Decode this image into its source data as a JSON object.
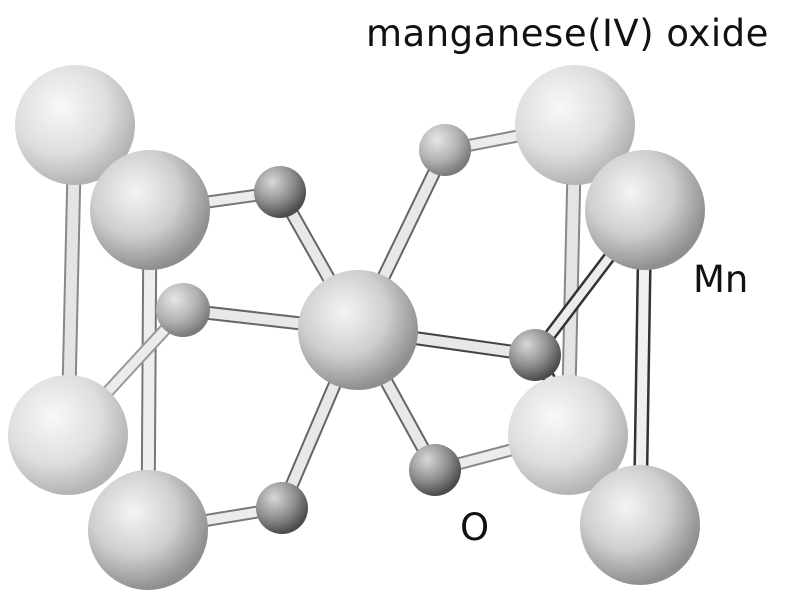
{
  "title": "manganese(IV) oxide",
  "labels": {
    "mn": "Mn",
    "o": "O"
  },
  "structure": {
    "compound": "manganese(IV) oxide",
    "atom_types": [
      {
        "name": "Mn",
        "color": "#c8c8c8",
        "render": "large-sphere"
      },
      {
        "name": "O",
        "color": "#8a8a8a",
        "render": "small-sphere"
      }
    ],
    "bond_color": "#d9d9d9"
  }
}
